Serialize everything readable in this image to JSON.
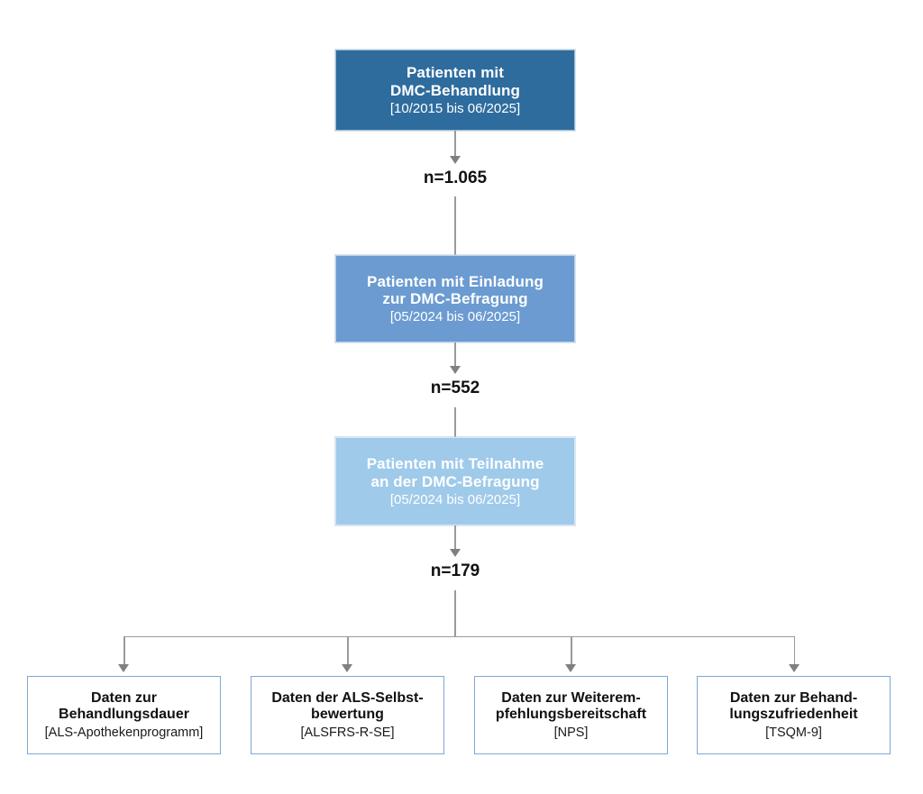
{
  "diagram": {
    "type": "flowchart",
    "language": "de",
    "orientation": "top-down",
    "colors": {
      "stage_1_fill": "#2E6C9E",
      "stage_2_fill": "#6B9BD1",
      "stage_3_fill": "#9FCAEA",
      "outcome_border": "#7EA9D4",
      "outcome_fill": "#FFFFFF",
      "connector": "#9A9A9A",
      "arrowhead": "#808080",
      "stage_text": "#FFFFFF",
      "outcome_text": "#111111"
    },
    "stages": [
      {
        "id": "stage-dmc-treatment",
        "title": "Patienten mit\nDMC-Behandlung",
        "subtitle": "[10/2015 bis 06/2025]",
        "fill": "#2E6C9E"
      },
      {
        "id": "stage-survey-invitation",
        "title": "Patienten mit Einladung\nzur DMC-Befragung",
        "subtitle": "[05/2024 bis 06/2025]",
        "fill": "#6B9BD1"
      },
      {
        "id": "stage-survey-participation",
        "title": "Patienten mit Teilnahme\nan der DMC-Befragung",
        "subtitle": "[05/2024 bis 06/2025]",
        "fill": "#9FCAEA"
      }
    ],
    "counts": [
      {
        "id": "count-after-stage-1",
        "label": "n=1.065",
        "value": 1065
      },
      {
        "id": "count-after-stage-2",
        "label": "n=552",
        "value": 552
      },
      {
        "id": "count-after-stage-3",
        "label": "n=179",
        "value": 179
      }
    ],
    "outcomes": [
      {
        "id": "outcome-treatment-duration",
        "title": "Daten zur\nBehandlungsdauer",
        "subtitle": "[ALS-Apothekenprogramm]"
      },
      {
        "id": "outcome-als-self-assessment",
        "title": "Daten der ALS-Selbst-\nbewertung",
        "subtitle": "[ALSFRS-R-SE]"
      },
      {
        "id": "outcome-recommendation-willingness",
        "title": "Daten zur Weiterem-\npfehlungsbereitschaft",
        "subtitle": "[NPS]"
      },
      {
        "id": "outcome-treatment-satisfaction",
        "title": "Daten zur Behand-\nlungszufriedenheit",
        "subtitle": "[TSQM-9]"
      }
    ]
  }
}
